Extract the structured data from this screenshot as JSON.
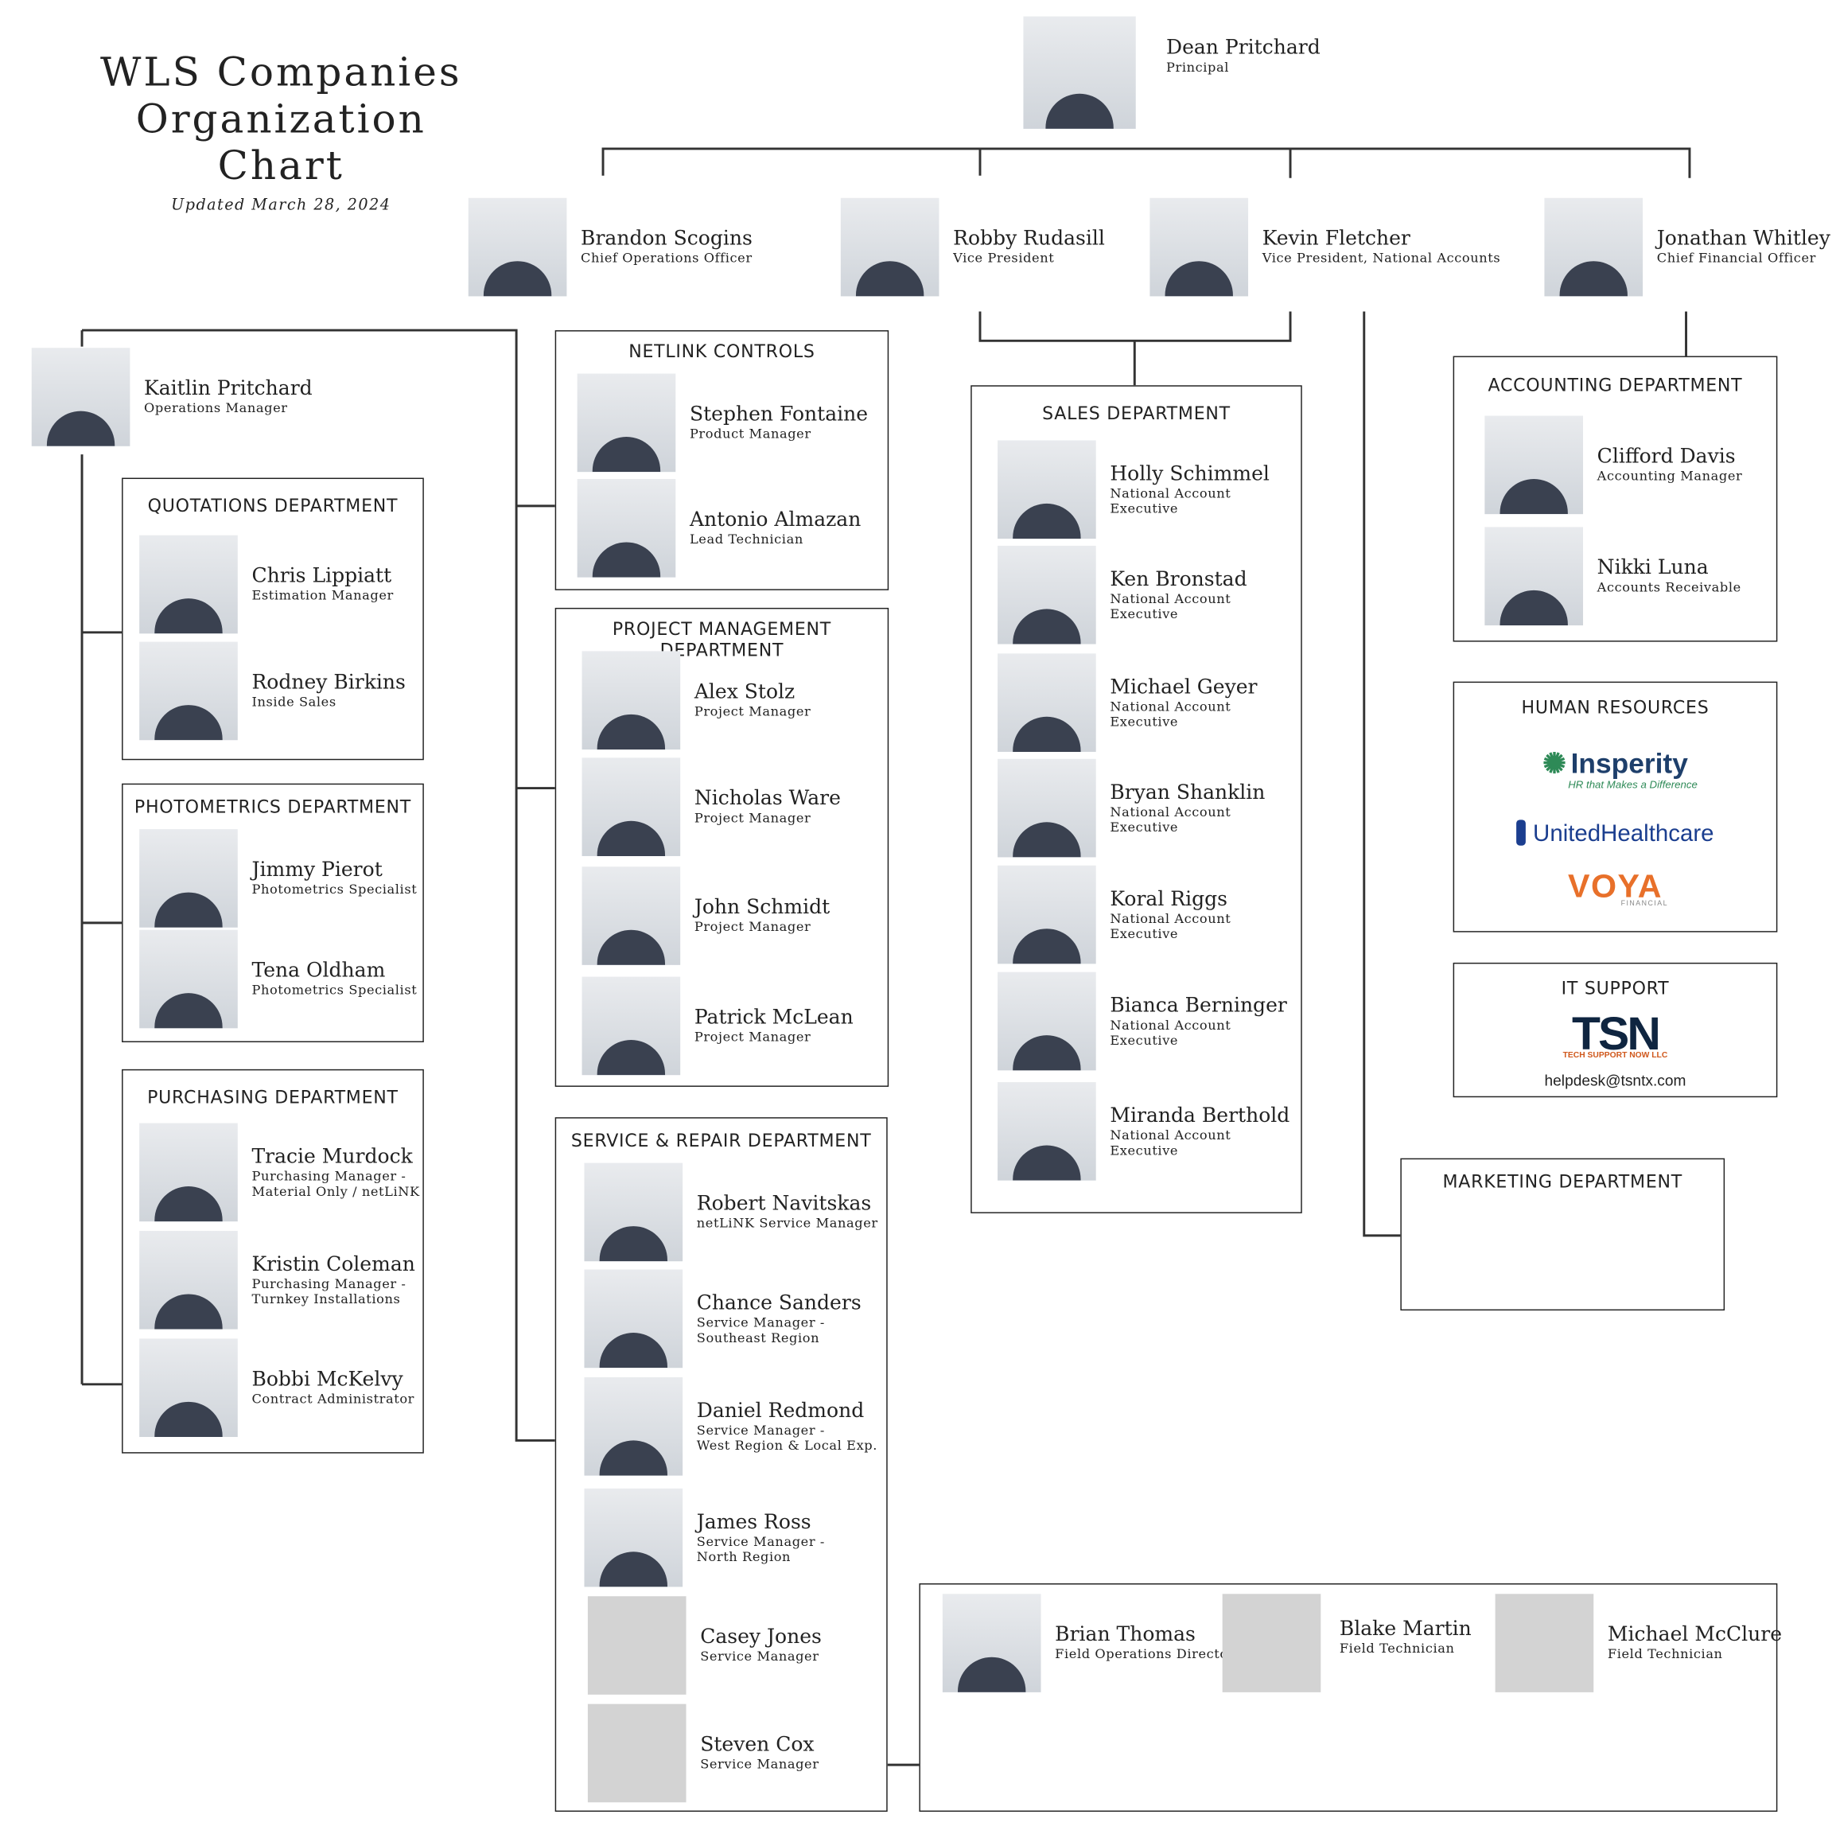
{
  "title": {
    "line1": "WLS Companies",
    "line2": "Organization Chart",
    "updated": "Updated March 28, 2024"
  },
  "principal": {
    "name": "Dean Pritchard",
    "role": "Principal"
  },
  "executives": [
    {
      "name": "Brandon Scogins",
      "role": "Chief Operations Officer"
    },
    {
      "name": "Robby Rudasill",
      "role": "Vice President"
    },
    {
      "name": "Kevin Fletcher",
      "role": "Vice President, National Accounts"
    },
    {
      "name": "Jonathan Whitley",
      "role": "Chief Financial Officer"
    }
  ],
  "operations_manager": {
    "name": "Kaitlin Pritchard",
    "role": "Operations Manager"
  },
  "departments": {
    "quotations": {
      "title": "QUOTATIONS DEPARTMENT",
      "members": [
        {
          "name": "Chris Lippiatt",
          "role": "Estimation Manager"
        },
        {
          "name": "Rodney Birkins",
          "role": "Inside Sales"
        }
      ]
    },
    "photometrics": {
      "title": "PHOTOMETRICS DEPARTMENT",
      "members": [
        {
          "name": "Jimmy Pierot",
          "role": "Photometrics Specialist"
        },
        {
          "name": "Tena Oldham",
          "role": "Photometrics Specialist"
        }
      ]
    },
    "purchasing": {
      "title": "PURCHASING DEPARTMENT",
      "members": [
        {
          "name": "Tracie Murdock",
          "role": "Purchasing Manager -\nMaterial Only / netLiNK"
        },
        {
          "name": "Kristin Coleman",
          "role": "Purchasing Manager -\nTurnkey Installations"
        },
        {
          "name": "Bobbi McKelvy",
          "role": "Contract Administrator"
        }
      ]
    },
    "netlink": {
      "title": "NETLINK CONTROLS",
      "members": [
        {
          "name": "Stephen Fontaine",
          "role": "Product Manager"
        },
        {
          "name": "Antonio Almazan",
          "role": "Lead Technician"
        }
      ]
    },
    "project_management": {
      "title": "PROJECT MANAGEMENT DEPARTMENT",
      "members": [
        {
          "name": "Alex Stolz",
          "role": "Project Manager"
        },
        {
          "name": "Nicholas Ware",
          "role": "Project Manager"
        },
        {
          "name": "John Schmidt",
          "role": "Project Manager"
        },
        {
          "name": "Patrick McLean",
          "role": "Project Manager"
        }
      ]
    },
    "service_repair": {
      "title": "SERVICE & REPAIR DEPARTMENT",
      "members": [
        {
          "name": "Robert Navitskas",
          "role": "netLiNK Service Manager"
        },
        {
          "name": "Chance Sanders",
          "role": "Service Manager -\nSoutheast Region"
        },
        {
          "name": "Daniel Redmond",
          "role": "Service Manager -\nWest Region & Local Exp."
        },
        {
          "name": "James Ross",
          "role": "Service Manager -\nNorth Region"
        },
        {
          "name": "Casey Jones",
          "role": "Service Manager"
        },
        {
          "name": "Steven Cox",
          "role": "Service Manager"
        }
      ]
    },
    "sales": {
      "title": "SALES DEPARTMENT",
      "members": [
        {
          "name": "Holly Schimmel",
          "role": "National Account Executive"
        },
        {
          "name": "Ken Bronstad",
          "role": "National Account Executive"
        },
        {
          "name": "Michael Geyer",
          "role": "National Account Executive"
        },
        {
          "name": "Bryan Shanklin",
          "role": "National Account Executive"
        },
        {
          "name": "Koral Riggs",
          "role": "National Account Executive"
        },
        {
          "name": "Bianca Berninger",
          "role": "National Account Executive"
        },
        {
          "name": "Miranda Berthold",
          "role": "National Account Executive"
        }
      ]
    },
    "accounting": {
      "title": "ACCOUNTING DEPARTMENT",
      "members": [
        {
          "name": "Clifford Davis",
          "role": "Accounting Manager"
        },
        {
          "name": "Nikki Luna",
          "role": "Accounts Receivable"
        }
      ]
    },
    "human_resources": {
      "title": "HUMAN RESOURCES",
      "logos": {
        "insperity": "Insperity",
        "insperity_tagline": "HR that Makes a Difference",
        "uhc": "UnitedHealthcare",
        "voya": "VOYA",
        "voya_sub": "FINANCIAL"
      }
    },
    "it_support": {
      "title": "IT SUPPORT",
      "logo": "TSN",
      "logo_sub": "TECH SUPPORT NOW LLC",
      "email": "helpdesk@tsntx.com"
    },
    "marketing": {
      "title": "MARKETING DEPARTMENT"
    },
    "field_operations": {
      "members": [
        {
          "name": "Brian Thomas",
          "role": "Field Operations Director"
        },
        {
          "name": "Blake Martin",
          "role": "Field Technician"
        },
        {
          "name": "Michael McClure",
          "role": "Field Technician"
        }
      ]
    }
  },
  "icons": {
    "portrait": "person-photo",
    "placeholder": "photo-placeholder"
  }
}
